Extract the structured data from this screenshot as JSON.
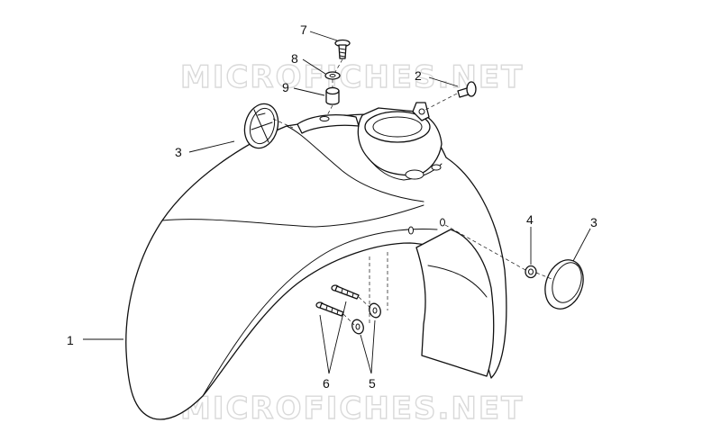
{
  "watermark": "MICROFICHES.NET",
  "callouts": {
    "c1": "1",
    "c2": "2",
    "c3a": "3",
    "c3b": "3",
    "c4": "4",
    "c5": "5",
    "c6": "6",
    "c7": "7",
    "c8": "8",
    "c9": "9"
  }
}
